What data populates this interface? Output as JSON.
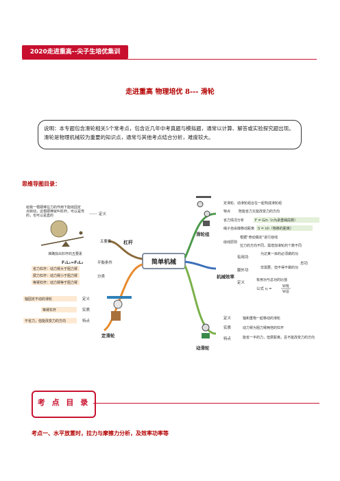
{
  "banner": "2020走进重高--尖子生培优集训",
  "title": "走进重高 物理培优 8--- 滑轮",
  "note": "说明：本专题包含滑轮相关5个常考点，包含近几年中考真题与模拟题，通常以计算、解答或实验探究题出现。滑轮是物理机械较为重要的知识点，通常与其他考点结合分析，难度较大。",
  "section_heading": "思维导图目录：",
  "mindmap": {
    "center": "简单机械",
    "lever": {
      "label": "杠杆",
      "quote": "给我一根硬棒在力的作用下能绕固定点转动，这根硬棒就叫杠杆。可以是弯的，也可以是直的",
      "def": "定义",
      "five": "五要素",
      "five_desc": "准确找出杠杆的五要素",
      "formula": "F₁L₁=F₂L₂",
      "balance": "平衡条件",
      "kinds": [
        "省力杠杆：动力臂大于阻力臂",
        "费力杠杆：动力臂小于阻力臂",
        "等臂杠杆：动力臂等于阻力臂"
      ],
      "classify": "分类"
    },
    "fixed": {
      "label": "定滑轮",
      "items": [
        "轴固定不动的滑轮",
        "等臂杠杆",
        "不省力，但能改变力的方向"
      ],
      "tags": [
        "定义",
        "实质",
        "特点"
      ]
    },
    "pulley_group": {
      "label": "滑轮组",
      "items": [
        "定滑轮、动滑轮组合在一起构成滑轮组",
        "既能省力又能改变力的方向",
        "F = G/n（n为承重绳段数）",
        "S = nh（物移的距离）",
        "根据“奇动偶定”进行绕线",
        "拉力的方向不同，需增加滑轮的个数不同"
      ],
      "tags": [
        "定义",
        "特点",
        "省力情况分析",
        "绳子自由端移动距离",
        "绕线原则"
      ]
    },
    "efficiency": {
      "label": "机械效率",
      "items": [
        "为达某一目的必须做的功",
        "非需要，但不得不做的功",
        "有用功与总功的比值"
      ],
      "tags": [
        "有用功",
        "额外功",
        "总功",
        "定义"
      ],
      "formula_label": "公式 η =",
      "formula_num": "W有",
      "formula_den": "W总"
    },
    "movable": {
      "label": "动滑轮",
      "items": [
        "轴和重物一起移动的滑轮",
        "动力臂为阻力臂两倍的杠杆",
        "能省一半的力，但费距离，且不能改变力的方向"
      ],
      "tags": [
        "定义",
        "实质",
        "特点"
      ]
    }
  },
  "kaodian_title": "考 点 目 录",
  "kaodian_1": "考点一、水平放置时，拉力与摩擦力分析，及效率功率等"
}
